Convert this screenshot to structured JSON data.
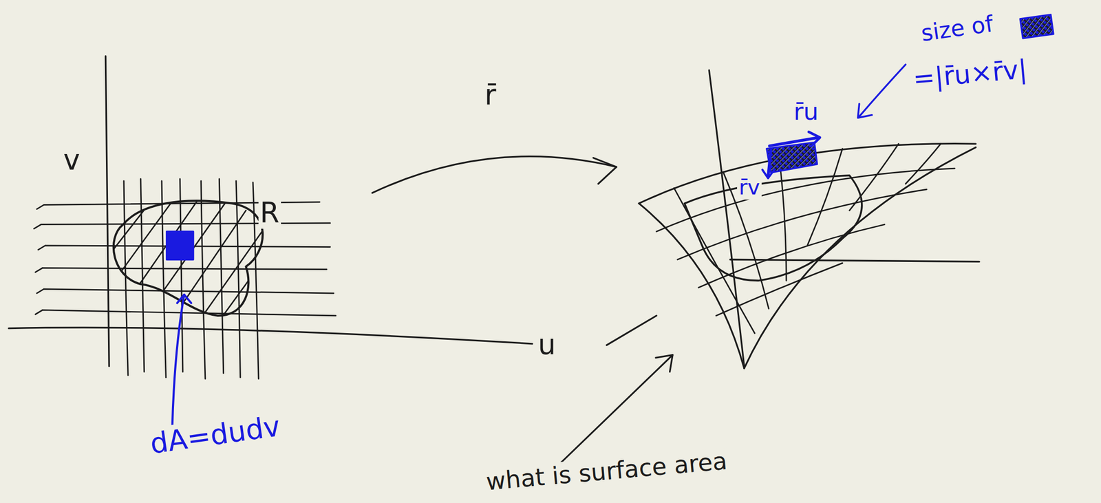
{
  "diagram": {
    "labels": [
      "v",
      "R",
      "u",
      "r̄",
      "dA=dudv",
      "r̄u",
      "r̄v",
      "size of",
      "=|r̄u×r̄v|",
      "what is surface area"
    ]
  }
}
